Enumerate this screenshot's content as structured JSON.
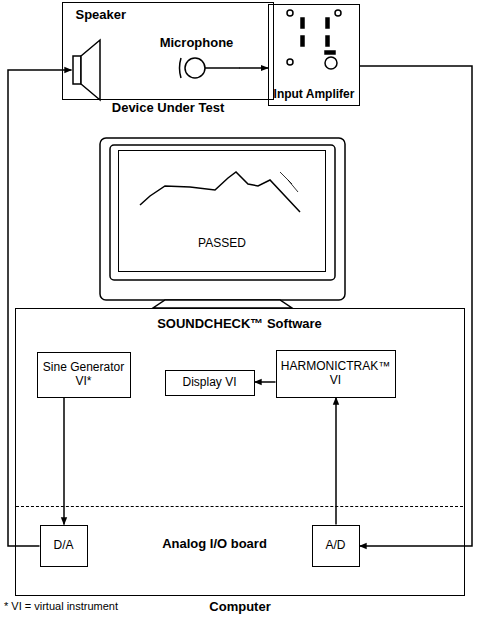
{
  "diagram": {
    "nodes": [
      {
        "text": [
          "Device Under Test"
        ]
      },
      {
        "text": [
          "Speaker"
        ],
        "in": 0
      },
      {
        "text": [
          "Microphone"
        ],
        "in": 0
      },
      {
        "text": [
          "Input Amplifer"
        ]
      },
      {
        "text": [
          "PASSED"
        ]
      },
      {
        "text": [
          "Computer"
        ]
      },
      {
        "text": [
          "SOUNDCHECK™ Software"
        ],
        "in": 5
      },
      {
        "text": [
          "Sine Generator VI*"
        ],
        "in": 6
      },
      {
        "text": [
          "Display VI"
        ],
        "in": 6
      },
      {
        "text": [
          "HARMONICTRAK™ VI"
        ],
        "in": 6
      },
      {
        "text": [
          "Analog I/O board"
        ],
        "in": 5
      },
      {
        "text": [
          "D/A"
        ],
        "in": 10
      },
      {
        "text": [
          "A/D"
        ],
        "in": 10
      }
    ],
    "edges": [
      {
        "from": 11,
        "to": 1,
        "arrow": "to"
      },
      {
        "from": 2,
        "to": 3,
        "arrow": "to"
      },
      {
        "from": 3,
        "to": 12,
        "arrow": "to"
      },
      {
        "from": 7,
        "to": 11,
        "arrow": "to"
      },
      {
        "from": 12,
        "to": 9,
        "arrow": "to"
      },
      {
        "from": 9,
        "to": 8,
        "arrow": "to"
      }
    ],
    "labels": [
      "* VI = virtual instrument"
    ]
  }
}
